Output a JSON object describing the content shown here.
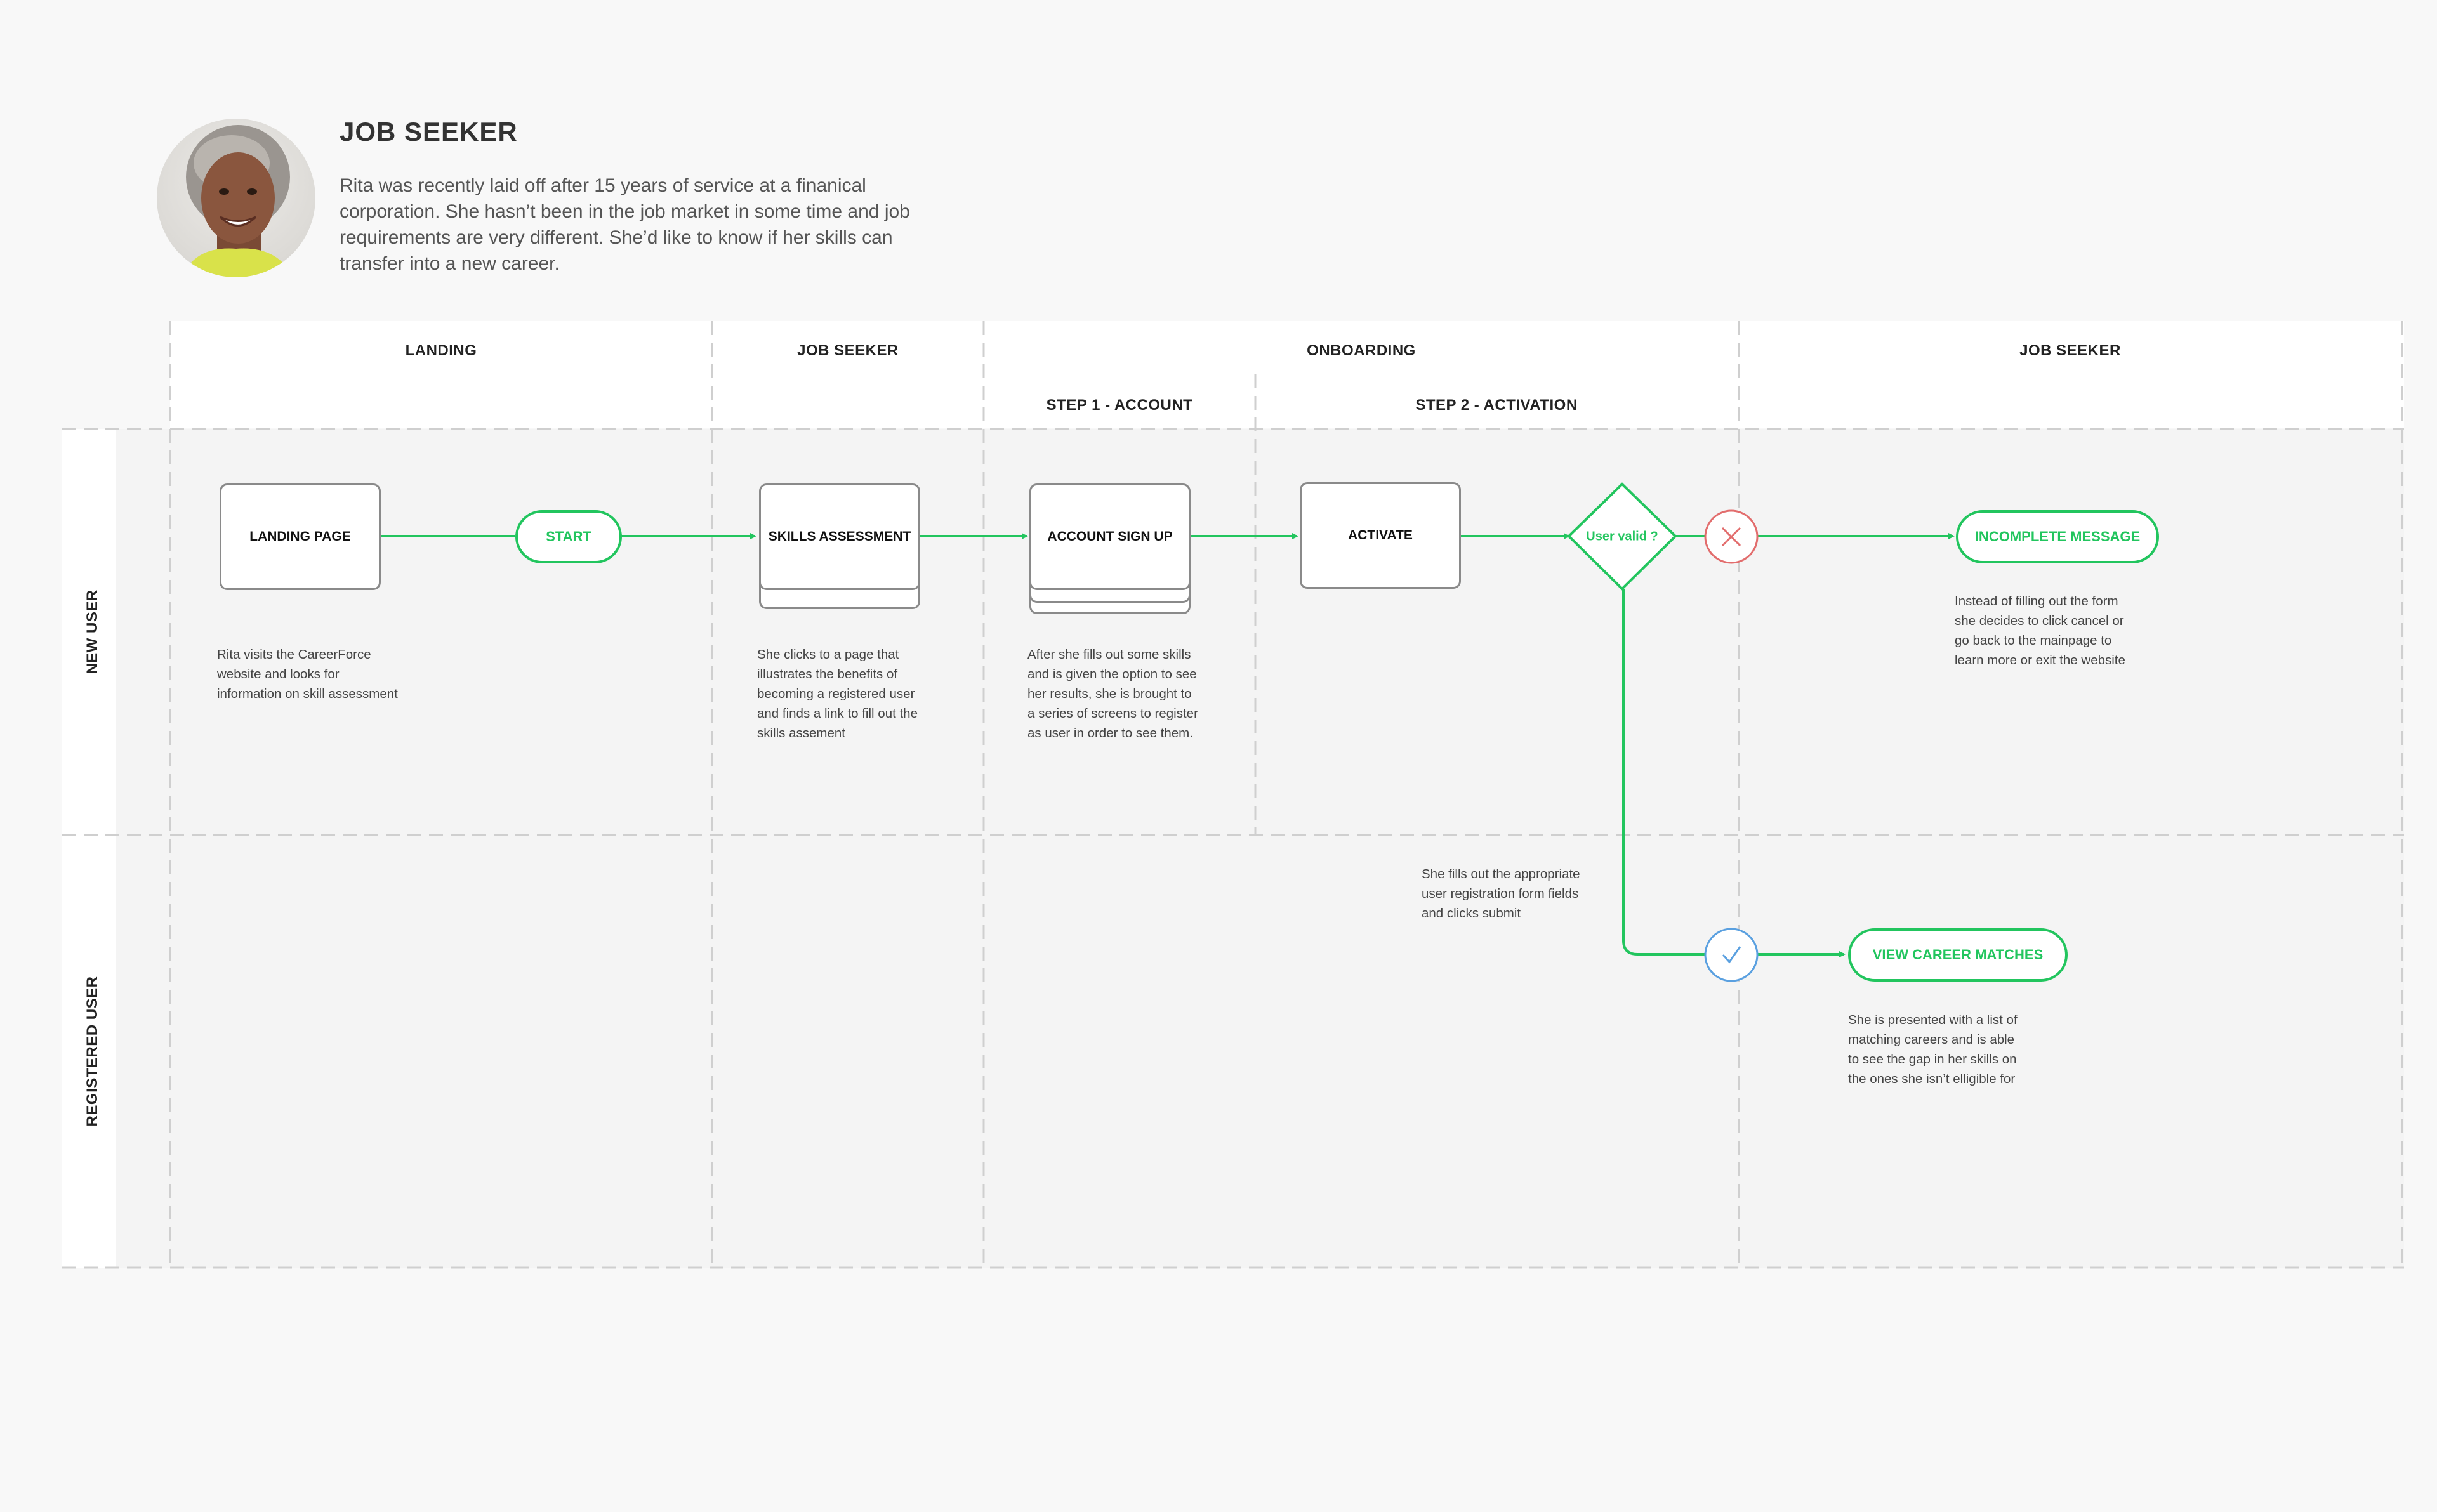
{
  "persona": {
    "title": "JOB SEEKER",
    "description": "Rita was recently laid off after 15 years of service at a finanical corporation. She hasn’t been in the job market in some time and job requirements are very different. She’d like to know if her skills can transfer into a new career."
  },
  "columns": {
    "landing": "LANDING",
    "job_seeker_1": "JOB SEEKER",
    "onboarding": "ONBOARDING",
    "job_seeker_2": "JOB SEEKER",
    "step1": "STEP 1 - ACCOUNT",
    "step2": "STEP 2 - ACTIVATION"
  },
  "lanes": {
    "new_user": "NEW USER",
    "registered_user": "REGISTERED USER"
  },
  "nodes": {
    "landing_page": "LANDING PAGE",
    "start": "START",
    "skills_assessment": "SKILLS ASSESSMENT",
    "account_sign_up": "ACCOUNT SIGN UP",
    "activate": "ACTIVATE",
    "decision": "User valid ?",
    "incomplete_message": "INCOMPLETE MESSAGE",
    "view_career_matches": "VIEW CAREER MATCHES"
  },
  "notes": {
    "landing": "Rita visits the CareerForce website and looks for information on skill assessment",
    "skills": "She clicks to a page that illustrates the benefits of becoming a registered user and finds a link to fill out the skills assement",
    "account": "After she fills out some skills and is given the option to see her results, she is brought to a series of screens to register as user in order to see them.",
    "activate": "She fills out the appropriate user registration form fields and clicks submit",
    "incomplete": "Instead of filling out the form she decides to click cancel or go back to the mainpage to learn more or exit the website",
    "matches": "She is presented with a list of matching careers and is able to see the gap in her skills on the ones she isn’t elligible for"
  },
  "colors": {
    "accent_green": "#22c55e",
    "error_red": "#e26d6d",
    "success_blue": "#5aa0e0",
    "border_gray": "#8a8a8a"
  },
  "icons": {
    "invalid": "x-circle-icon",
    "valid": "check-circle-icon"
  }
}
